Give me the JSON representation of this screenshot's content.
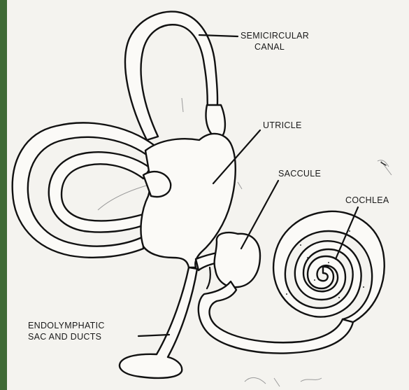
{
  "labels": {
    "semicircular_line1": "SEMICIRCULAR",
    "semicircular_line2": "CANAL",
    "utricle": "UTRICLE",
    "saccule": "SACCULE",
    "cochlea": "COCHLEA",
    "endolymphatic_line1": "ENDOLYMPHATIC",
    "endolymphatic_line2": "SAC AND DUCTS"
  },
  "colors": {
    "border": "#3f6a35",
    "paper": "#f4f3ef",
    "ink": "#111111"
  }
}
